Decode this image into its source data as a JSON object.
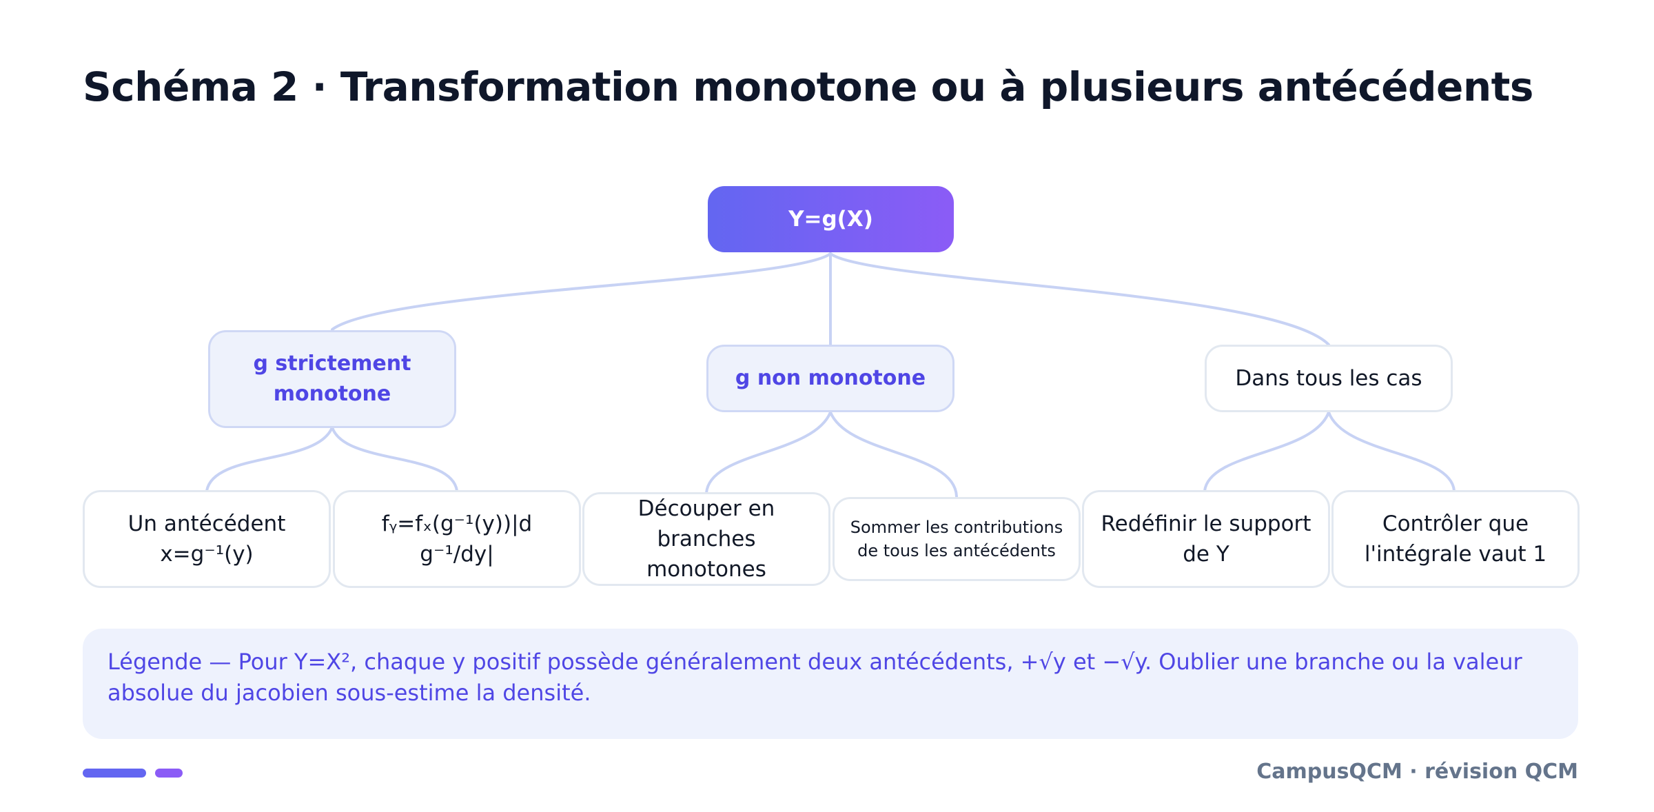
{
  "title": "Schéma 2 · Transformation monotone ou à plusieurs antécédents",
  "root": {
    "label": "Y=g(X)"
  },
  "branches": [
    {
      "label": "g strictement monotone",
      "leaves": [
        {
          "line1": "Un antécédent",
          "line2": "x=g⁻¹(y)"
        },
        {
          "line1": "fᵧ=fₓ(g⁻¹(y))|d",
          "line2": "g⁻¹/dy|"
        }
      ]
    },
    {
      "label": "g non monotone",
      "leaves": [
        {
          "line1": "Découper en",
          "line2": "branches monotones"
        },
        {
          "line1": "Sommer les contributions",
          "line2": "de tous les antécédents"
        }
      ]
    },
    {
      "label": "Dans tous les cas",
      "leaves": [
        {
          "line1": "Redéfinir le support",
          "line2": "de Y"
        },
        {
          "line1": "Contrôler que",
          "line2": "l'intégrale vaut 1"
        }
      ]
    }
  ],
  "legend": {
    "line1": "Légende — Pour Y=X², chaque y positif possède généralement deux antécédents, +√y et −√y. Oublier une branche ou la valeur",
    "line2": "absolue du jacobien sous-estime la densité."
  },
  "footer": "CampusQCM · révision QCM",
  "colors": {
    "accent": "#6366f1",
    "accent2": "#8b5cf6",
    "connector": "#c7d2f4",
    "tint": "#eef2fc"
  }
}
